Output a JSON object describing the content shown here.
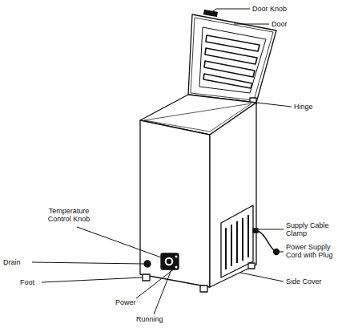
{
  "diagram": {
    "labels": [
      "Door Knob",
      "Door",
      "Hinge",
      "Temperature Control Knob",
      "Drain",
      "Foot",
      "Power",
      "Running",
      "Supply Cable Clamp",
      "Power Supply Cord with Plug",
      "Side Cover"
    ]
  }
}
